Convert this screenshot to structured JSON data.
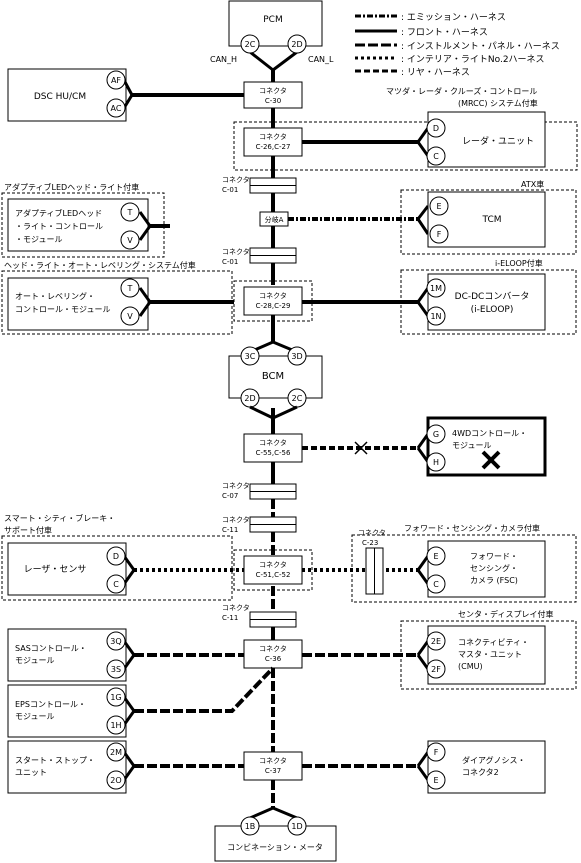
{
  "legend": [
    {
      "label": ": エミッション・ハーネス",
      "style": "emission"
    },
    {
      "label": ": フロント・ハーネス",
      "style": "front"
    },
    {
      "label": ": インストルメント・パネル・ハーネス",
      "style": "instrument"
    },
    {
      "label": ": インテリア・ライトNo.2ハーネス",
      "style": "interior"
    },
    {
      "label": ": リヤ・ハーネス",
      "style": "rear"
    }
  ],
  "modules": {
    "pcm": {
      "name": "PCM",
      "pins": [
        "2C",
        "2D"
      ],
      "labels": [
        "CAN_H",
        "CAN_L"
      ]
    },
    "dsc": {
      "name": "DSC HU/CM",
      "pins": [
        "AF",
        "AC"
      ]
    },
    "radar": {
      "name": "レーダ・ユニット",
      "pins": [
        "D",
        "C"
      ],
      "option": "マツダ・レーダ・クルーズ・コントロール\n(MRCC) システム付車"
    },
    "adaptive_led": {
      "name": "アダプティブLEDヘッド\n・ライト・コントロール\n・モジュール",
      "pins": [
        "T",
        "V"
      ],
      "option": "アダプティブLEDヘッド・ライト付車"
    },
    "tcm": {
      "name": "TCM",
      "pins": [
        "E",
        "F"
      ],
      "option": "ATX車"
    },
    "auto_leveling": {
      "name": "オート・レベリング・\nコントロール・モジュール",
      "pins": [
        "T",
        "V"
      ],
      "option": "ヘッド・ライト・オート・レベリング・システム付車"
    },
    "dcdc": {
      "name": "DC-DCコンバータ\n(i-ELOOP)",
      "pins": [
        "1M",
        "1N"
      ],
      "option": "i-ELOOP付車"
    },
    "bcm": {
      "name": "BCM",
      "pins_top": [
        "3C",
        "3D"
      ],
      "pins_bottom": [
        "2D",
        "2C"
      ]
    },
    "fourwd": {
      "name": "4WDコントロール・\nモジュール",
      "pins": [
        "G",
        "H"
      ]
    },
    "laser": {
      "name": "レーザ・センサ",
      "pins": [
        "D",
        "C"
      ],
      "option": "スマート・シティ・ブレーキ・\nサポート付車"
    },
    "fsc": {
      "name": "フォワード・\nセンシング・\nカメラ (FSC)",
      "pins": [
        "E",
        "C"
      ],
      "option": "フォワード・センシング・カメラ付車"
    },
    "sas": {
      "name": "SASコントロール・\nモジュール",
      "pins": [
        "3Q",
        "3S"
      ]
    },
    "cmu": {
      "name": "コネクティビティ・\nマスタ・ユニット\n(CMU)",
      "pins": [
        "2E",
        "2F"
      ],
      "option": "センタ・ディスプレイ付車"
    },
    "eps": {
      "name": "EPSコントロール・\nモジュール",
      "pins": [
        "1G",
        "1H"
      ]
    },
    "start_stop": {
      "name": "スタート・ストップ・\nユニット",
      "pins": [
        "2M",
        "2O"
      ]
    },
    "dlc": {
      "name": "ダイアグノシス・\nコネクタ2",
      "pins": [
        "F",
        "E"
      ]
    },
    "meter": {
      "name": "コンビネーション・メータ",
      "pins": [
        "1B",
        "1D"
      ]
    }
  },
  "connectors": {
    "c30": {
      "title": "コネクタ",
      "code": "C-30"
    },
    "c26": {
      "title": "コネクタ",
      "code": "C-26,C-27"
    },
    "c01a": {
      "title": "コネクタ",
      "code": "C-01"
    },
    "branch": {
      "code": "分岐A"
    },
    "c01b": {
      "title": "コネクタ",
      "code": "C-01"
    },
    "c28": {
      "title": "コネクタ",
      "code": "C-28,C-29"
    },
    "c55": {
      "title": "コネクタ",
      "code": "C-55,C-56"
    },
    "c07": {
      "title": "コネクタ",
      "code": "C-07"
    },
    "c11a": {
      "title": "コネクタ",
      "code": "C-11"
    },
    "c51": {
      "title": "コネクタ",
      "code": "C-51,C-52"
    },
    "c23": {
      "title": "コネクタ",
      "code": "C-23"
    },
    "c11b": {
      "title": "コネクタ",
      "code": "C-11"
    },
    "c36": {
      "title": "コネクタ",
      "code": "C-36"
    },
    "c37": {
      "title": "コネクタ",
      "code": "C-37"
    }
  }
}
